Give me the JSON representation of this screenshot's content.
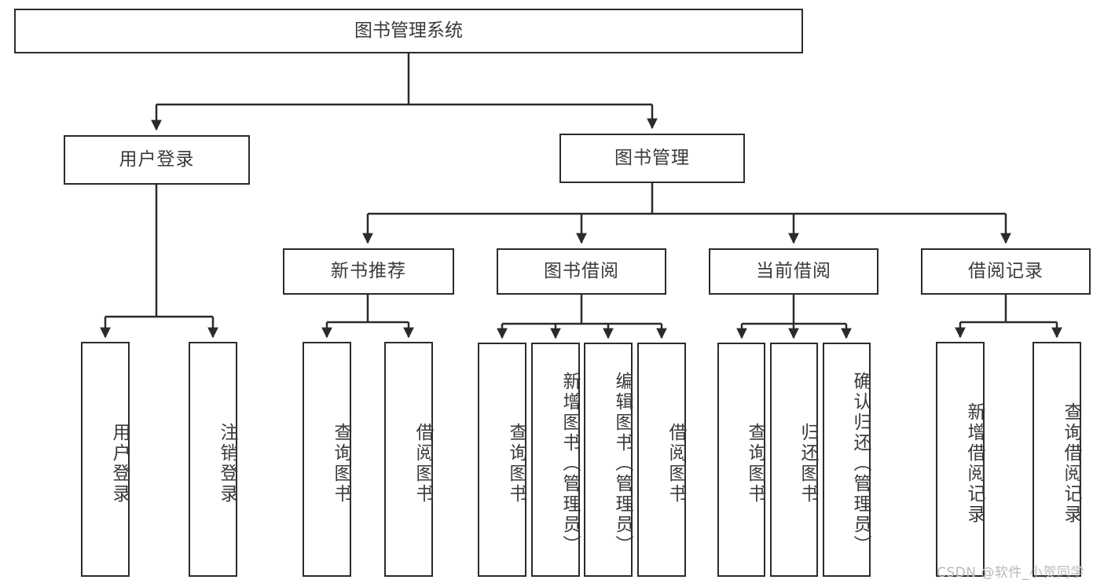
{
  "diagram": {
    "title": "图书管理系统",
    "type": "tree-hierarchy",
    "root": {
      "id": "root",
      "label": "图书管理系统"
    },
    "level2": [
      {
        "id": "user-login",
        "label": "用户登录"
      },
      {
        "id": "book-manage",
        "label": "图书管理"
      }
    ],
    "level3": [
      {
        "id": "new-book-rec",
        "label": "新书推荐",
        "parent": "book-manage"
      },
      {
        "id": "book-borrow",
        "label": "图书借阅",
        "parent": "book-manage"
      },
      {
        "id": "current-borrow",
        "label": "当前借阅",
        "parent": "book-manage"
      },
      {
        "id": "borrow-record",
        "label": "借阅记录",
        "parent": "book-manage"
      }
    ],
    "leaves": [
      {
        "id": "leaf-user-login",
        "label": "用户登录",
        "parent": "user-login"
      },
      {
        "id": "leaf-logout",
        "label": "注销登录",
        "parent": "user-login"
      },
      {
        "id": "leaf-query-book-1",
        "label": "查询图书",
        "parent": "new-book-rec"
      },
      {
        "id": "leaf-borrow-book-1",
        "label": "借阅图书",
        "parent": "new-book-rec"
      },
      {
        "id": "leaf-query-book-2",
        "label": "查询图书",
        "parent": "book-borrow"
      },
      {
        "id": "leaf-add-book",
        "label": "新增图书（管理员）",
        "parent": "book-borrow"
      },
      {
        "id": "leaf-edit-book",
        "label": "编辑图书（管理员）",
        "parent": "book-borrow"
      },
      {
        "id": "leaf-borrow-book-2",
        "label": "借阅图书",
        "parent": "book-borrow"
      },
      {
        "id": "leaf-query-book-3",
        "label": "查询图书",
        "parent": "current-borrow"
      },
      {
        "id": "leaf-return-book",
        "label": "归还图书",
        "parent": "current-borrow"
      },
      {
        "id": "leaf-confirm-return",
        "label": "确认归还（管理员）",
        "parent": "current-borrow"
      },
      {
        "id": "leaf-add-record",
        "label": "新增借阅记录",
        "parent": "borrow-record"
      },
      {
        "id": "leaf-query-record",
        "label": "查询借阅记录",
        "parent": "borrow-record"
      }
    ],
    "watermark": "CSDN @软件_小贺同学",
    "colors": {
      "stroke": "#2b2b2b",
      "text": "#3a3a3a",
      "background": "#ffffff",
      "watermark": "#b9b9b9"
    }
  }
}
